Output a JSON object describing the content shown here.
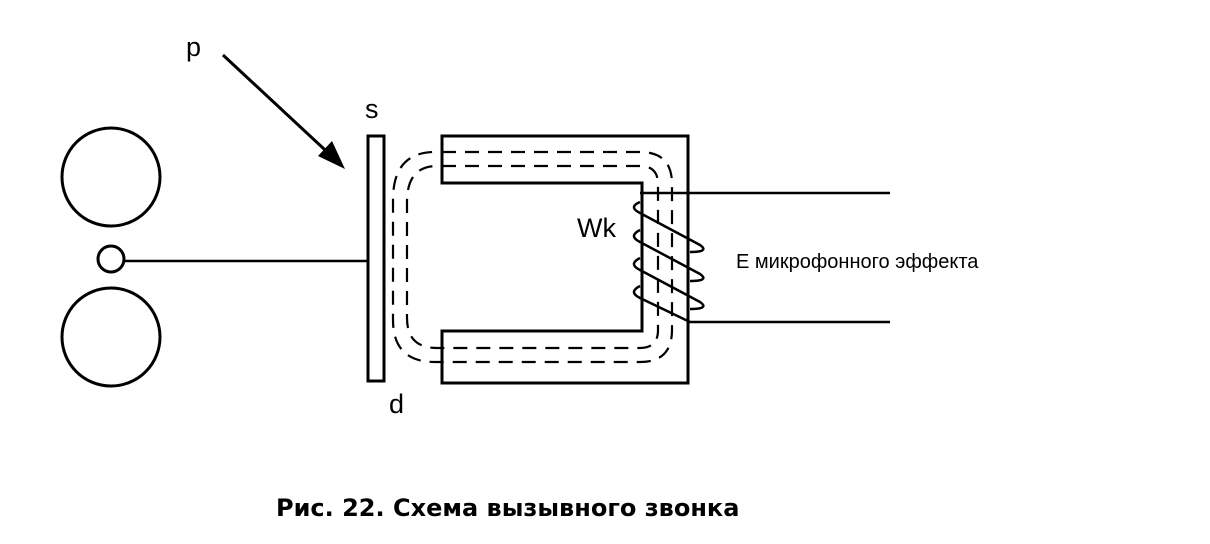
{
  "labels": {
    "pressure": "p",
    "membrane": "s",
    "gap": "d",
    "winding": "Wk",
    "emf": "E микрофонного эффекта"
  },
  "caption": "Рис. 22. Схема вызывного звонка"
}
